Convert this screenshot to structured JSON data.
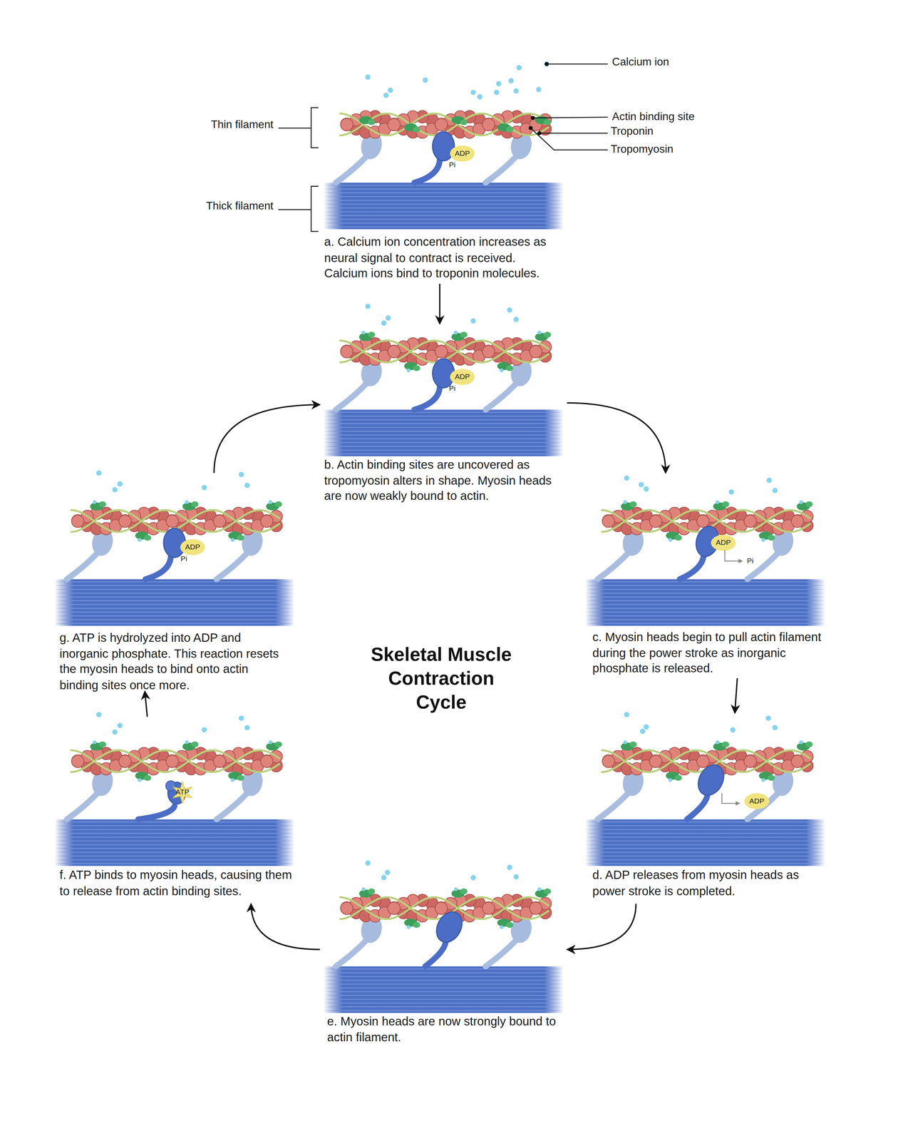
{
  "diagram": {
    "title": "Skeletal Muscle Contraction Cycle",
    "nodes": [
      {
        "text": [
          "a. Calcium ion concentration increases as neural signal to contract is received. Calcium ions bind to troponin molecules."
        ]
      },
      {
        "text": [
          "b. Actin binding sites are uncovered as tropomyosin alters in shape. Myosin heads are now weakly bound to actin."
        ]
      },
      {
        "text": [
          "c. Myosin heads begin to pull actin filament during the power stroke as inorganic phosphate is released."
        ]
      },
      {
        "text": [
          "d. ADP releases from myosin heads as power stroke is completed."
        ]
      },
      {
        "text": [
          "e. Myosin heads are now strongly bound to actin filament."
        ]
      },
      {
        "text": [
          "f. ATP binds to myosin heads, causing them to release from actin binding sites."
        ]
      },
      {
        "text": [
          "g. ATP is hydrolyzed into ADP and inorganic phosphate. This reaction resets the myosin heads to bind onto actin binding sites once more."
        ]
      }
    ],
    "edges": [
      {
        "from": 0,
        "to": 1,
        "arrow": "to"
      },
      {
        "from": 1,
        "to": 2,
        "arrow": "to"
      },
      {
        "from": 2,
        "to": 3,
        "arrow": "to"
      },
      {
        "from": 3,
        "to": 4,
        "arrow": "to"
      },
      {
        "from": 4,
        "to": 5,
        "arrow": "to"
      },
      {
        "from": 5,
        "to": 6,
        "arrow": "to"
      },
      {
        "from": 6,
        "to": 1,
        "arrow": "to"
      }
    ],
    "labels": [
      "Calcium ion",
      "Actin binding site",
      "Troponin",
      "Tropomyosin",
      "Thin filament",
      "Thick filament",
      "ADP",
      "Pi",
      "ADP",
      "Pi",
      "ADP",
      "Pi",
      "ADP",
      "ATP",
      "ADP",
      "Pi"
    ]
  }
}
